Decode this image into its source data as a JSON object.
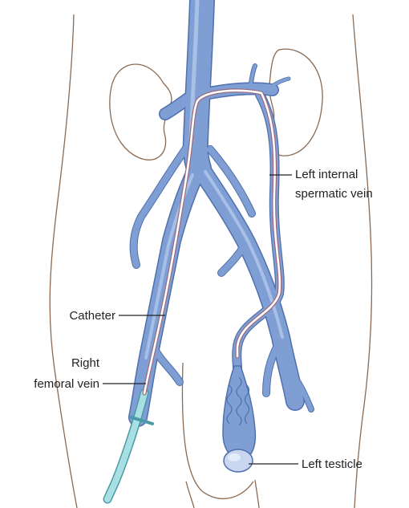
{
  "labels": {
    "left_internal_spermatic_vein": [
      "Left internal",
      "spermatic vein"
    ],
    "catheter": "Catheter",
    "right_femoral_vein": [
      "Right",
      "femoral vein"
    ],
    "left_testicle": "Left testicle"
  },
  "colors": {
    "background": "#ffffff",
    "body_outline": "#8a6a52",
    "kidney_fill": "#ffffff",
    "vein_fill": "#7f9fd4",
    "vein_edge": "#4f6fae",
    "vein_highlight": "#b9cdee",
    "catheter": "#ffffff",
    "catheter_edge": "#9a6a7a",
    "sheath": "#a8dfe3",
    "sheath_edge": "#4a9aa6",
    "leader_line": "#222222"
  }
}
